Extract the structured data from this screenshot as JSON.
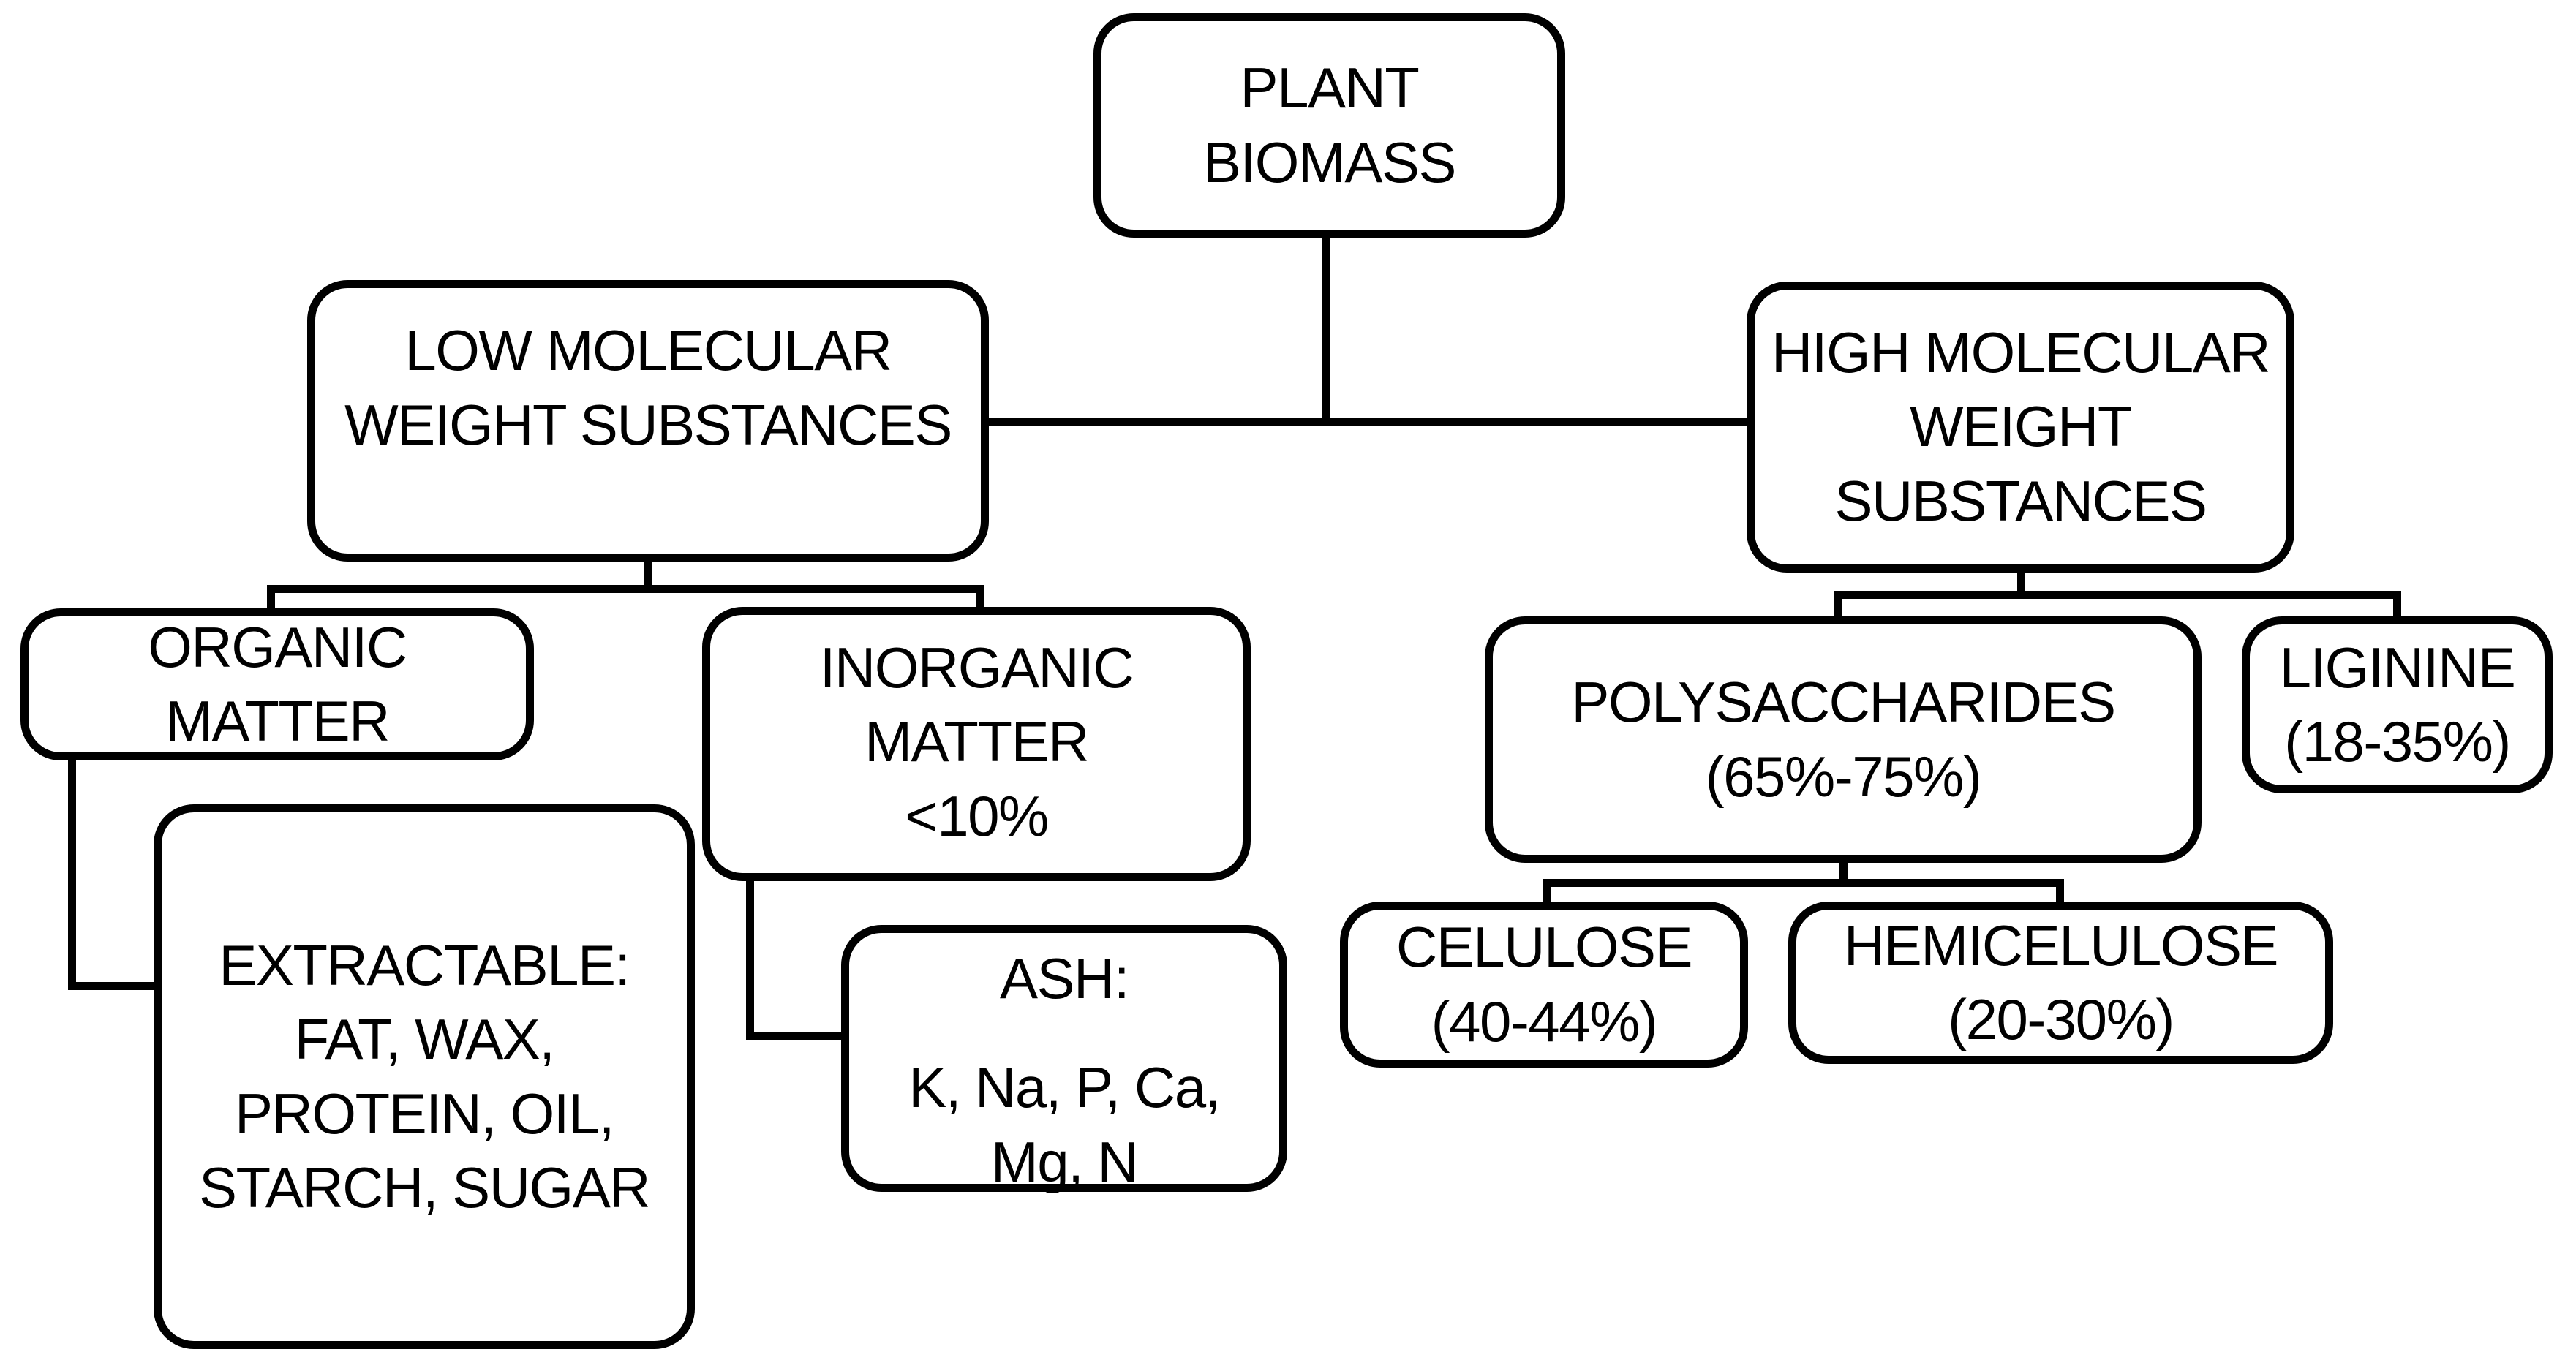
{
  "page": {
    "background": "#ffffff",
    "ink": "#000000"
  },
  "diagram": {
    "type": "flowchart",
    "title": "Plant biomass composition",
    "nodes": {
      "plant_biomass": {
        "lines": [
          "PLANT",
          "BIOMASS"
        ]
      },
      "low_molecular": {
        "lines": [
          "LOW MOLECULAR",
          "WEIGHT SUBSTANCES"
        ]
      },
      "high_molecular": {
        "lines": [
          "HIGH MOLECULAR",
          "WEIGHT",
          "SUBSTANCES"
        ]
      },
      "organic_matter": {
        "lines": [
          "ORGANIC",
          "MATTER"
        ]
      },
      "inorganic_matter": {
        "lines": [
          "INORGANIC",
          "MATTER"
        ],
        "note": "<10%"
      },
      "extractable": {
        "lines": [
          "EXTRACTABLE:",
          "FAT, WAX,",
          "PROTEIN, OIL,",
          "STARCH, SUGAR"
        ]
      },
      "ash": {
        "heading": "ASH:",
        "lines": [
          "K, Na, P, Ca,",
          "Mg, N"
        ]
      },
      "polysaccharides": {
        "lines": [
          "POLYSACCHARIDES",
          "(65%-75%)"
        ]
      },
      "liginine": {
        "lines": [
          "LIGININE",
          "(18-35%)"
        ]
      },
      "celulose": {
        "lines": [
          "CELULOSE",
          "(40-44%)"
        ]
      },
      "hemicelulose": {
        "lines": [
          "HEMICELULOSE",
          "(20-30%)"
        ]
      }
    }
  }
}
